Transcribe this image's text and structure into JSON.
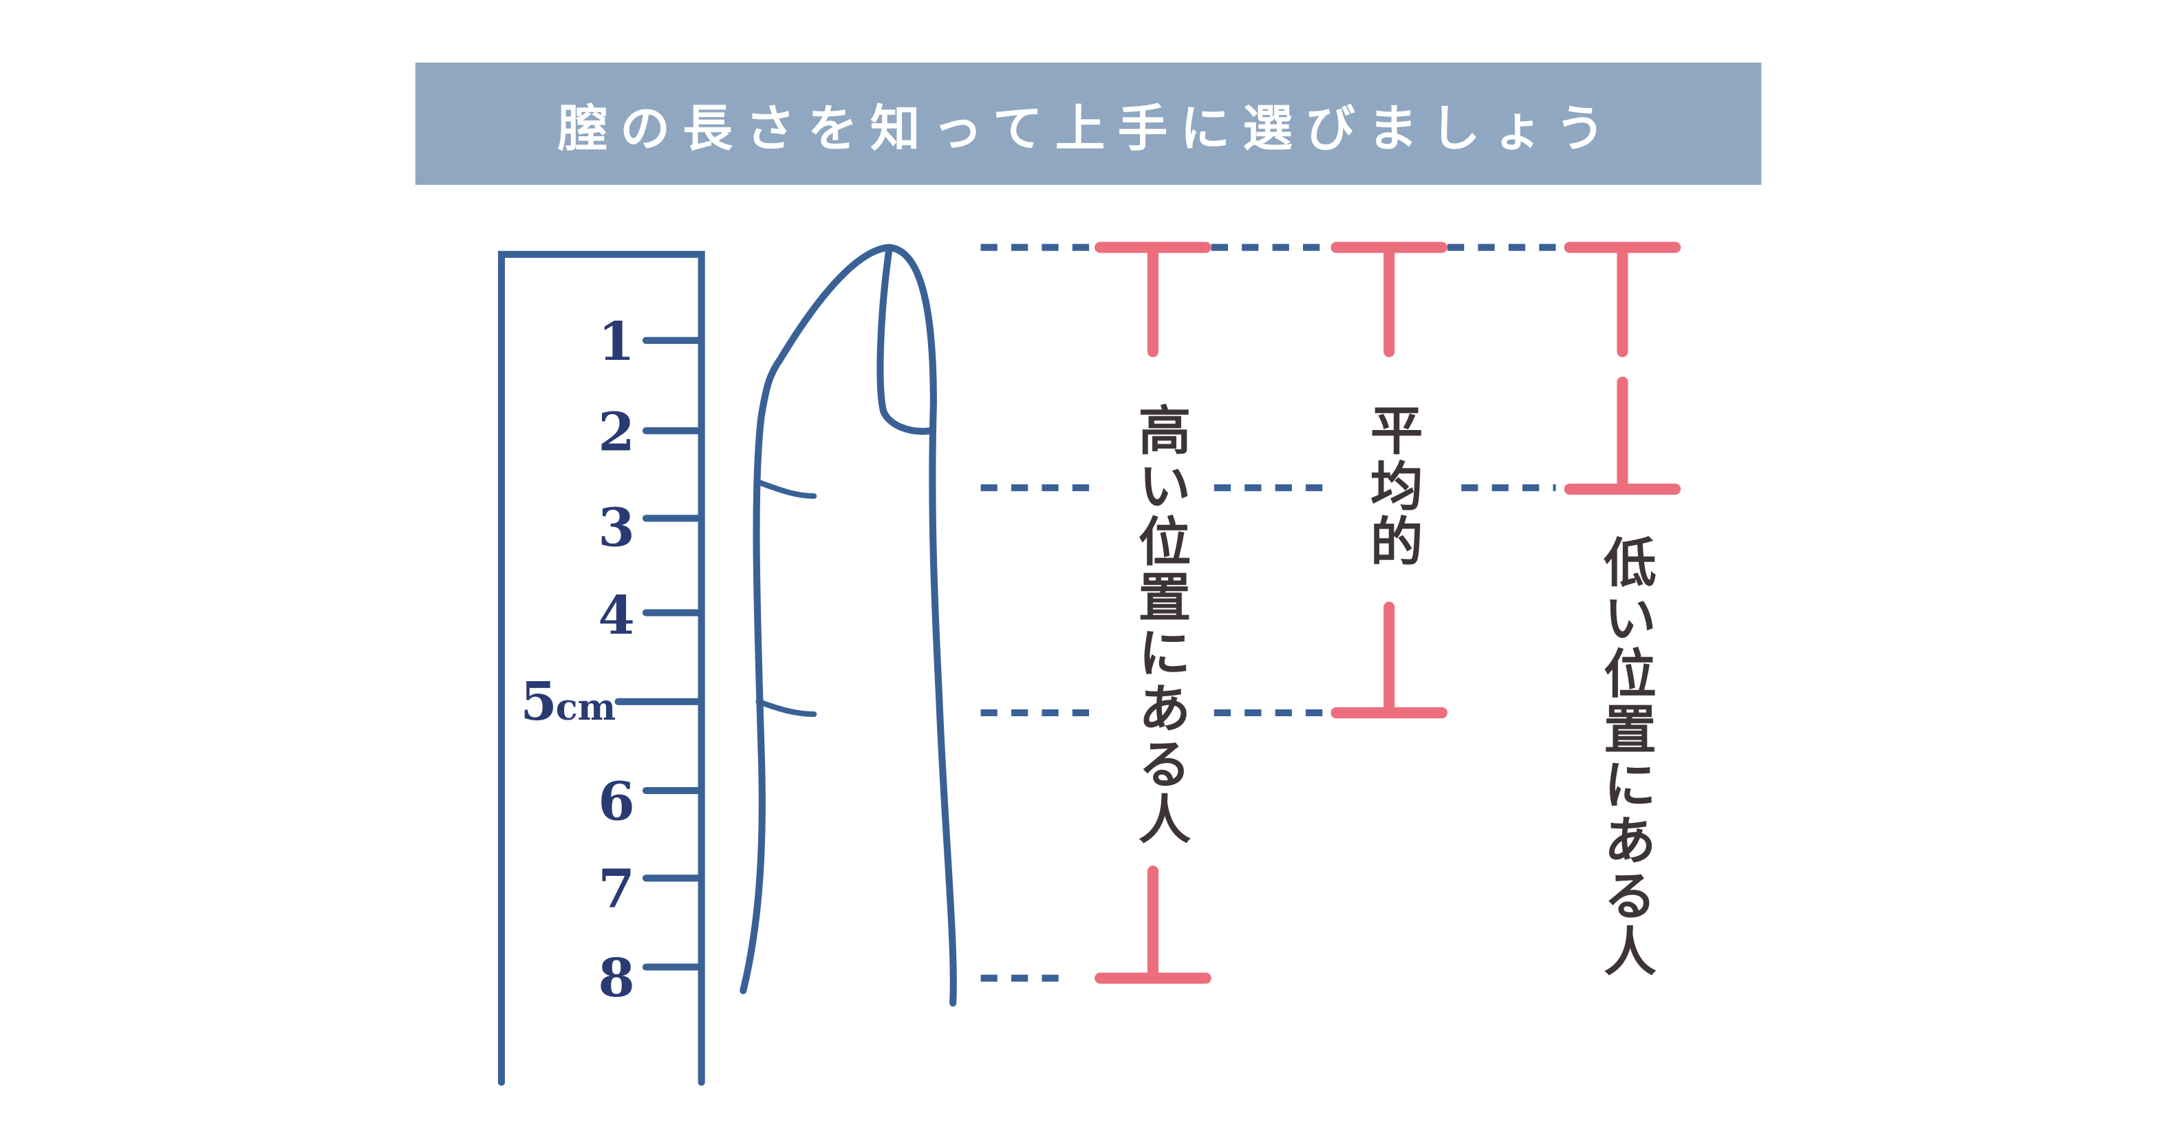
{
  "title": "膣の長さを知って上手に選びましょう",
  "ruler": {
    "labels": [
      "1",
      "2",
      "3",
      "4",
      "5",
      "6",
      "7",
      "8"
    ],
    "unit": "cm"
  },
  "categories": [
    {
      "label": "高い位置にある人"
    },
    {
      "label": "平均的"
    },
    {
      "label": "低い位置にある人"
    }
  ],
  "colors": {
    "banner": "#8fa7c0",
    "ruler": "#3a6195",
    "bar": "#ec6e7d",
    "text": "#3d3535"
  }
}
